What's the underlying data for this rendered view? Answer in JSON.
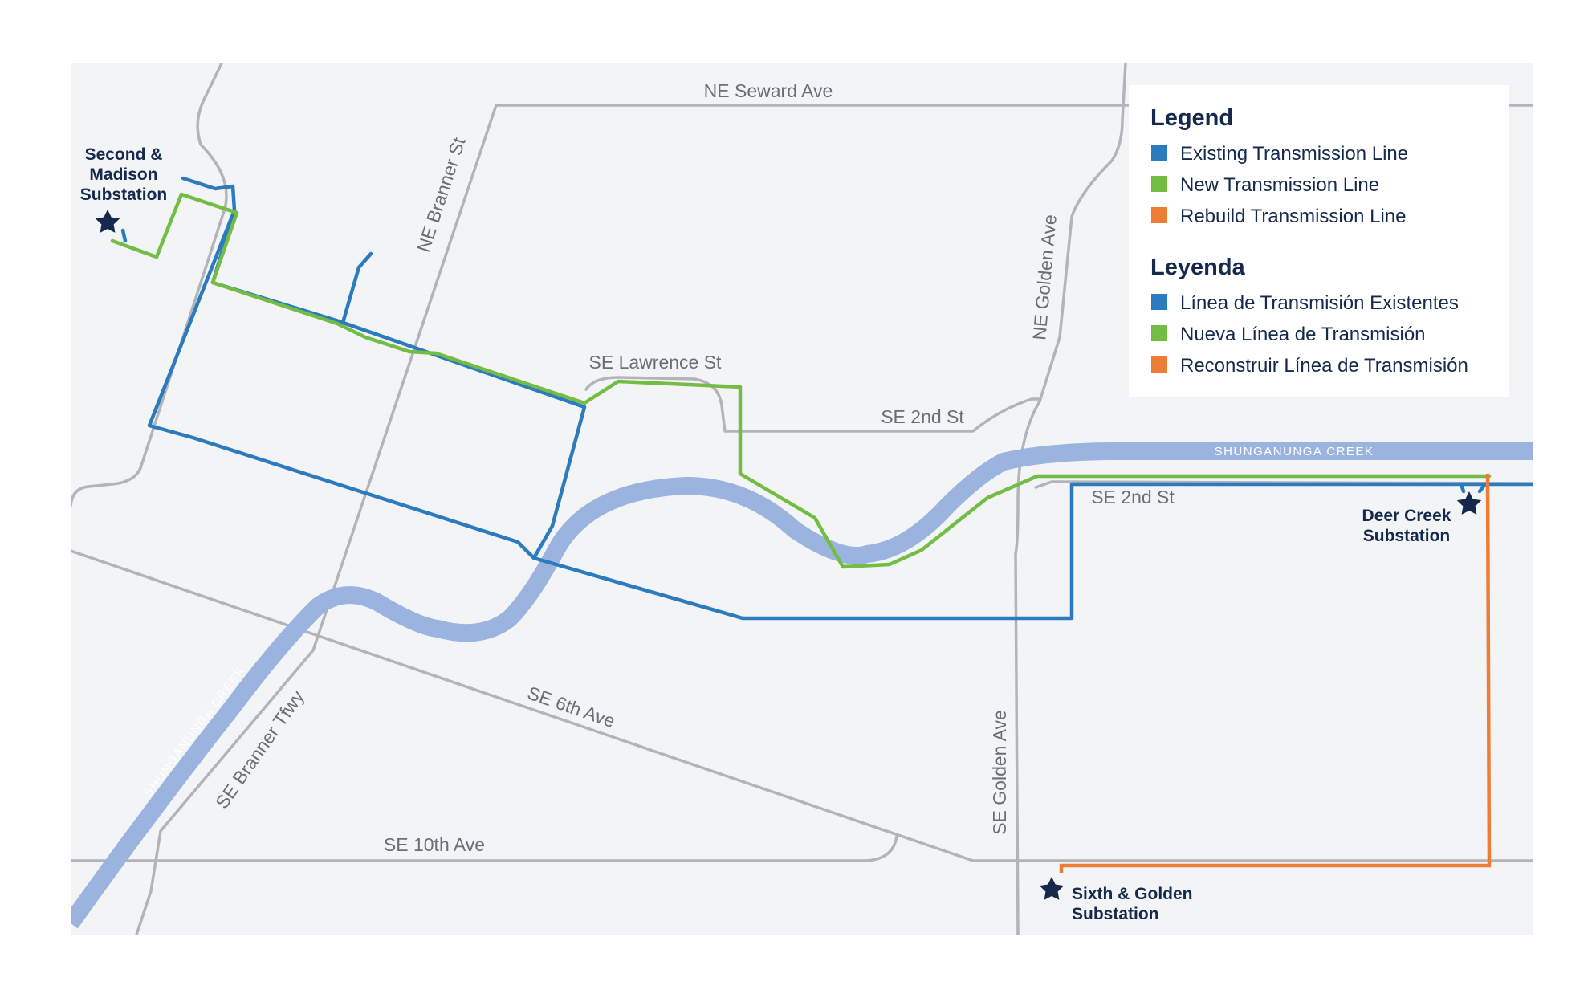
{
  "streets": {
    "ne_seward": "NE Seward Ave",
    "ne_branner": "NE Branner St",
    "ne_golden": "NE Golden Ave",
    "se_lawrence": "SE Lawrence St",
    "se_2nd_upper": "SE 2nd St",
    "se_2nd_lower": "SE 2nd St",
    "se_6th": "SE 6th Ave",
    "se_branner_tfwy": "SE Branner Tfwy",
    "se_golden": "SE Golden Ave",
    "se_10th": "SE 10th Ave"
  },
  "creek": {
    "label_east": "SHUNGANUNGA CREEK",
    "label_west": "SHUNGANUNGA CREEK"
  },
  "substations": {
    "second_madison": {
      "line1": "Second &",
      "line2": "Madison",
      "line3": "Substation"
    },
    "deer_creek": {
      "line1": "Deer Creek",
      "line2": "Substation"
    },
    "sixth_golden": {
      "line1": "Sixth & Golden",
      "line2": "Substation"
    }
  },
  "legend": {
    "title_en": "Legend",
    "title_es": "Leyenda",
    "items_en": [
      {
        "label": "Existing Transmission Line",
        "color": "#2c7bbf"
      },
      {
        "label": "New Transmission Line",
        "color": "#74bd44"
      },
      {
        "label": "Rebuild Transmission Line",
        "color": "#ed7c35"
      }
    ],
    "items_es": [
      {
        "label": "Línea de Transmisión Existentes",
        "color": "#2c7bbf"
      },
      {
        "label": "Nueva Línea de Transmisión",
        "color": "#74bd44"
      },
      {
        "label": "Reconstruir Línea de Transmisión",
        "color": "#ed7c35"
      }
    ]
  },
  "colors": {
    "map_background": "#f3f4f6",
    "road": "#b3b3ba",
    "creek": "#9bb3df",
    "text_dark": "#14294b",
    "star_icon": "#14294b"
  }
}
